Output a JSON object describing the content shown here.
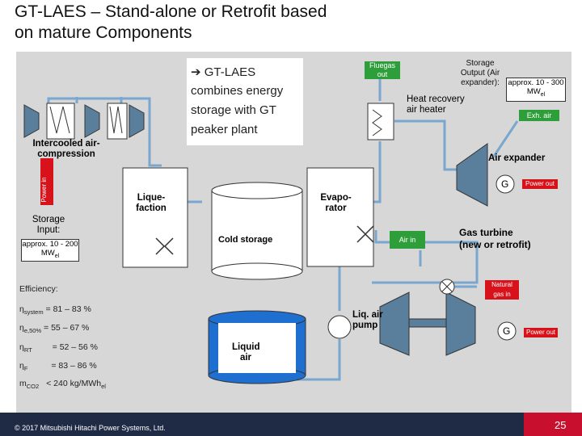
{
  "slide": {
    "title_line1": "GT-LAES – Stand-alone or Retrofit based",
    "title_line2": "on mature Components"
  },
  "callout": {
    "line1": "➔ GT-LAES",
    "line2": "combines energy",
    "line3": "storage with GT",
    "line4": "peaker plant"
  },
  "labels": {
    "fluegas": [
      "Fluegas",
      "out"
    ],
    "storage_output": [
      "Storage",
      "Output (Air",
      "expander):"
    ],
    "storage_output_value": "approx. 10 - 300 MW",
    "storage_output_sub": "el",
    "heat_recovery": [
      "Heat recovery",
      "air heater"
    ],
    "exh_air": "Exh. air",
    "intercooled": [
      "Intercooled air-",
      "compression"
    ],
    "power_in": "Power in",
    "air_expander": "Air expander",
    "g1": "G",
    "power_out_1": "Power out",
    "liquefaction": [
      "Lique-",
      "faction"
    ],
    "evaporator": [
      "Evapo-",
      "rator"
    ],
    "storage_input": [
      "Storage",
      "Input:"
    ],
    "storage_input_value": "approx. 10 - 200 MW",
    "storage_input_sub": "el",
    "cold_storage": "Cold storage",
    "air_in": "Air in",
    "gas_turbine": [
      "Gas turbine",
      "(new or retrofit)"
    ],
    "natural_gas": [
      "Natural",
      "gas in"
    ],
    "liq_air_pump": [
      "Liq. air",
      "pump"
    ],
    "liquid_air": [
      "Liquid",
      "air"
    ],
    "g2": "G",
    "power_out_2": "Power out"
  },
  "efficiency": {
    "heading": "Efficiency:",
    "rows": [
      {
        "sym": "η",
        "sub": "system",
        "val": "= 81 – 83 %"
      },
      {
        "sym": "η",
        "sub": "e,50%",
        "val": "= 55 – 67 %"
      },
      {
        "sym": "η",
        "sub": "RT",
        "val": "= 52 – 56 %"
      },
      {
        "sym": "η",
        "sub": "F",
        "val": "= 83 – 86 %"
      },
      {
        "sym": "m",
        "sub": "CO2",
        "val": "< 240 kg/MWh",
        "tail": "el"
      }
    ]
  },
  "footer": {
    "copyright": "© 2017 Mitsubishi Hitachi Power Systems, Ltd.",
    "page": "25"
  },
  "colors": {
    "panel": "#d7d7d7",
    "pipe": "#7aa7cf",
    "component": "#5a7f9c",
    "green_accent": "#2e9e3a",
    "red_accent": "#d8121b",
    "footer_bg": "#1f2a44"
  }
}
